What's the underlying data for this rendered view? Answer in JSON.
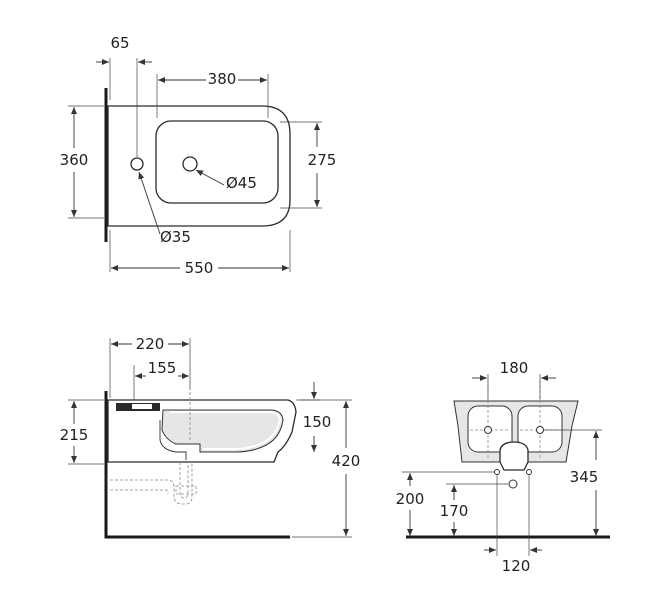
{
  "top_view": {
    "dim_overall_width": "550",
    "dim_overall_depth": "360",
    "dim_bowl_width": "380",
    "dim_bowl_depth": "275",
    "dim_hole_offset": "65",
    "dim_tap_hole": "Ø35",
    "dim_drain_hole": "Ø45"
  },
  "side_view": {
    "dim_outer_length": "220",
    "dim_inner_length": "155",
    "dim_height": "215",
    "dim_drop": "150",
    "dim_total_height": "420"
  },
  "rear_view": {
    "dim_fix_spacing": "180",
    "dim_height_345": "345",
    "dim_height_200": "200",
    "dim_height_170": "170",
    "dim_pipe_spacing": "120"
  }
}
